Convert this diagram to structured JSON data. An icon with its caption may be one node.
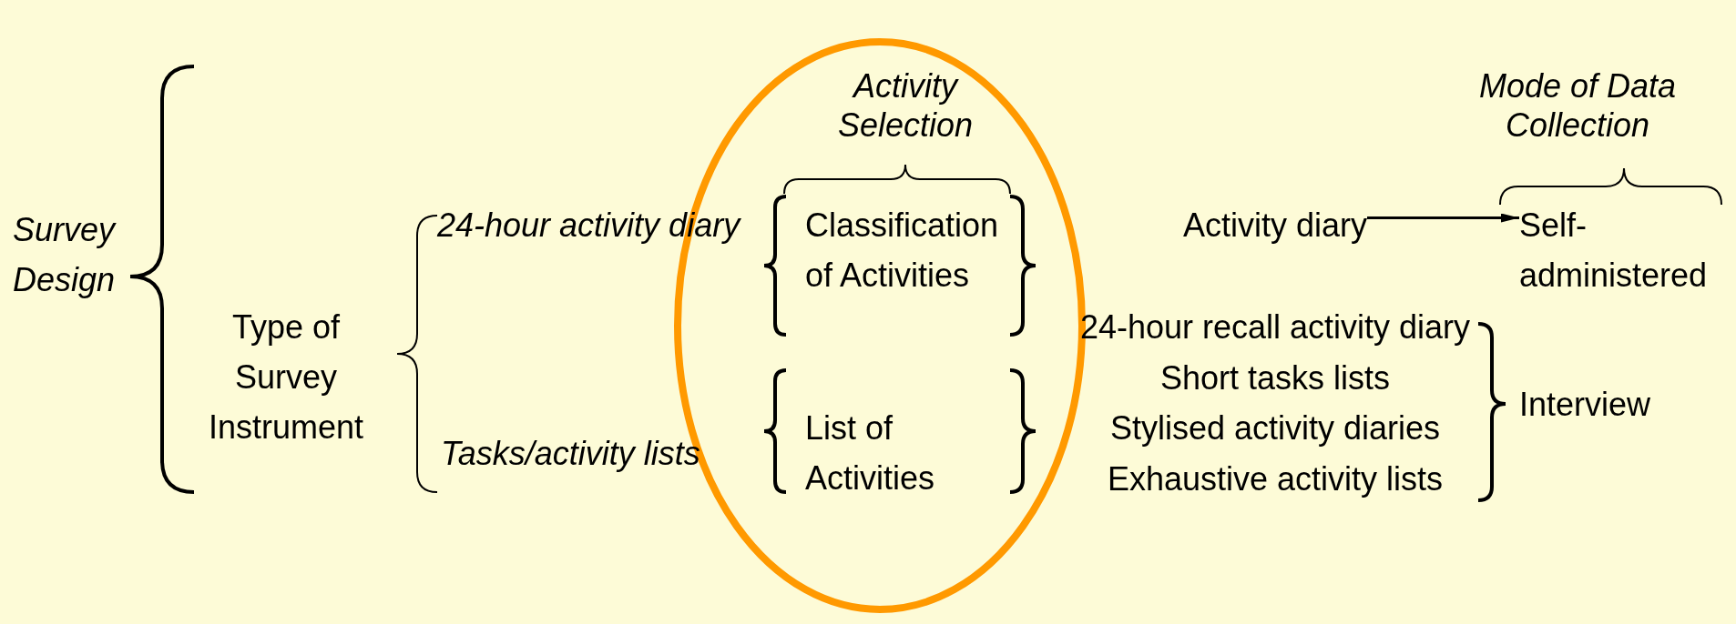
{
  "diagram": {
    "nodes": [
      {
        "text": [
          "Activity diary"
        ]
      },
      {
        "text": [
          "Self-administered"
        ]
      }
    ],
    "edges": [
      {
        "from": 0,
        "to": 1,
        "arrow": "to"
      }
    ],
    "labels": [
      "Activity Selection",
      "Mode of Data Collection",
      "Survey Design",
      "24-hour activity diary",
      "Classification of Activities",
      "Type of Survey Instrument",
      "24-hour recall activity diary",
      "Short tasks lists",
      "Interview",
      "List of Activities",
      "Stylised activity diaries",
      "Tasks/activity lists",
      "Exhaustive activity lists"
    ]
  }
}
